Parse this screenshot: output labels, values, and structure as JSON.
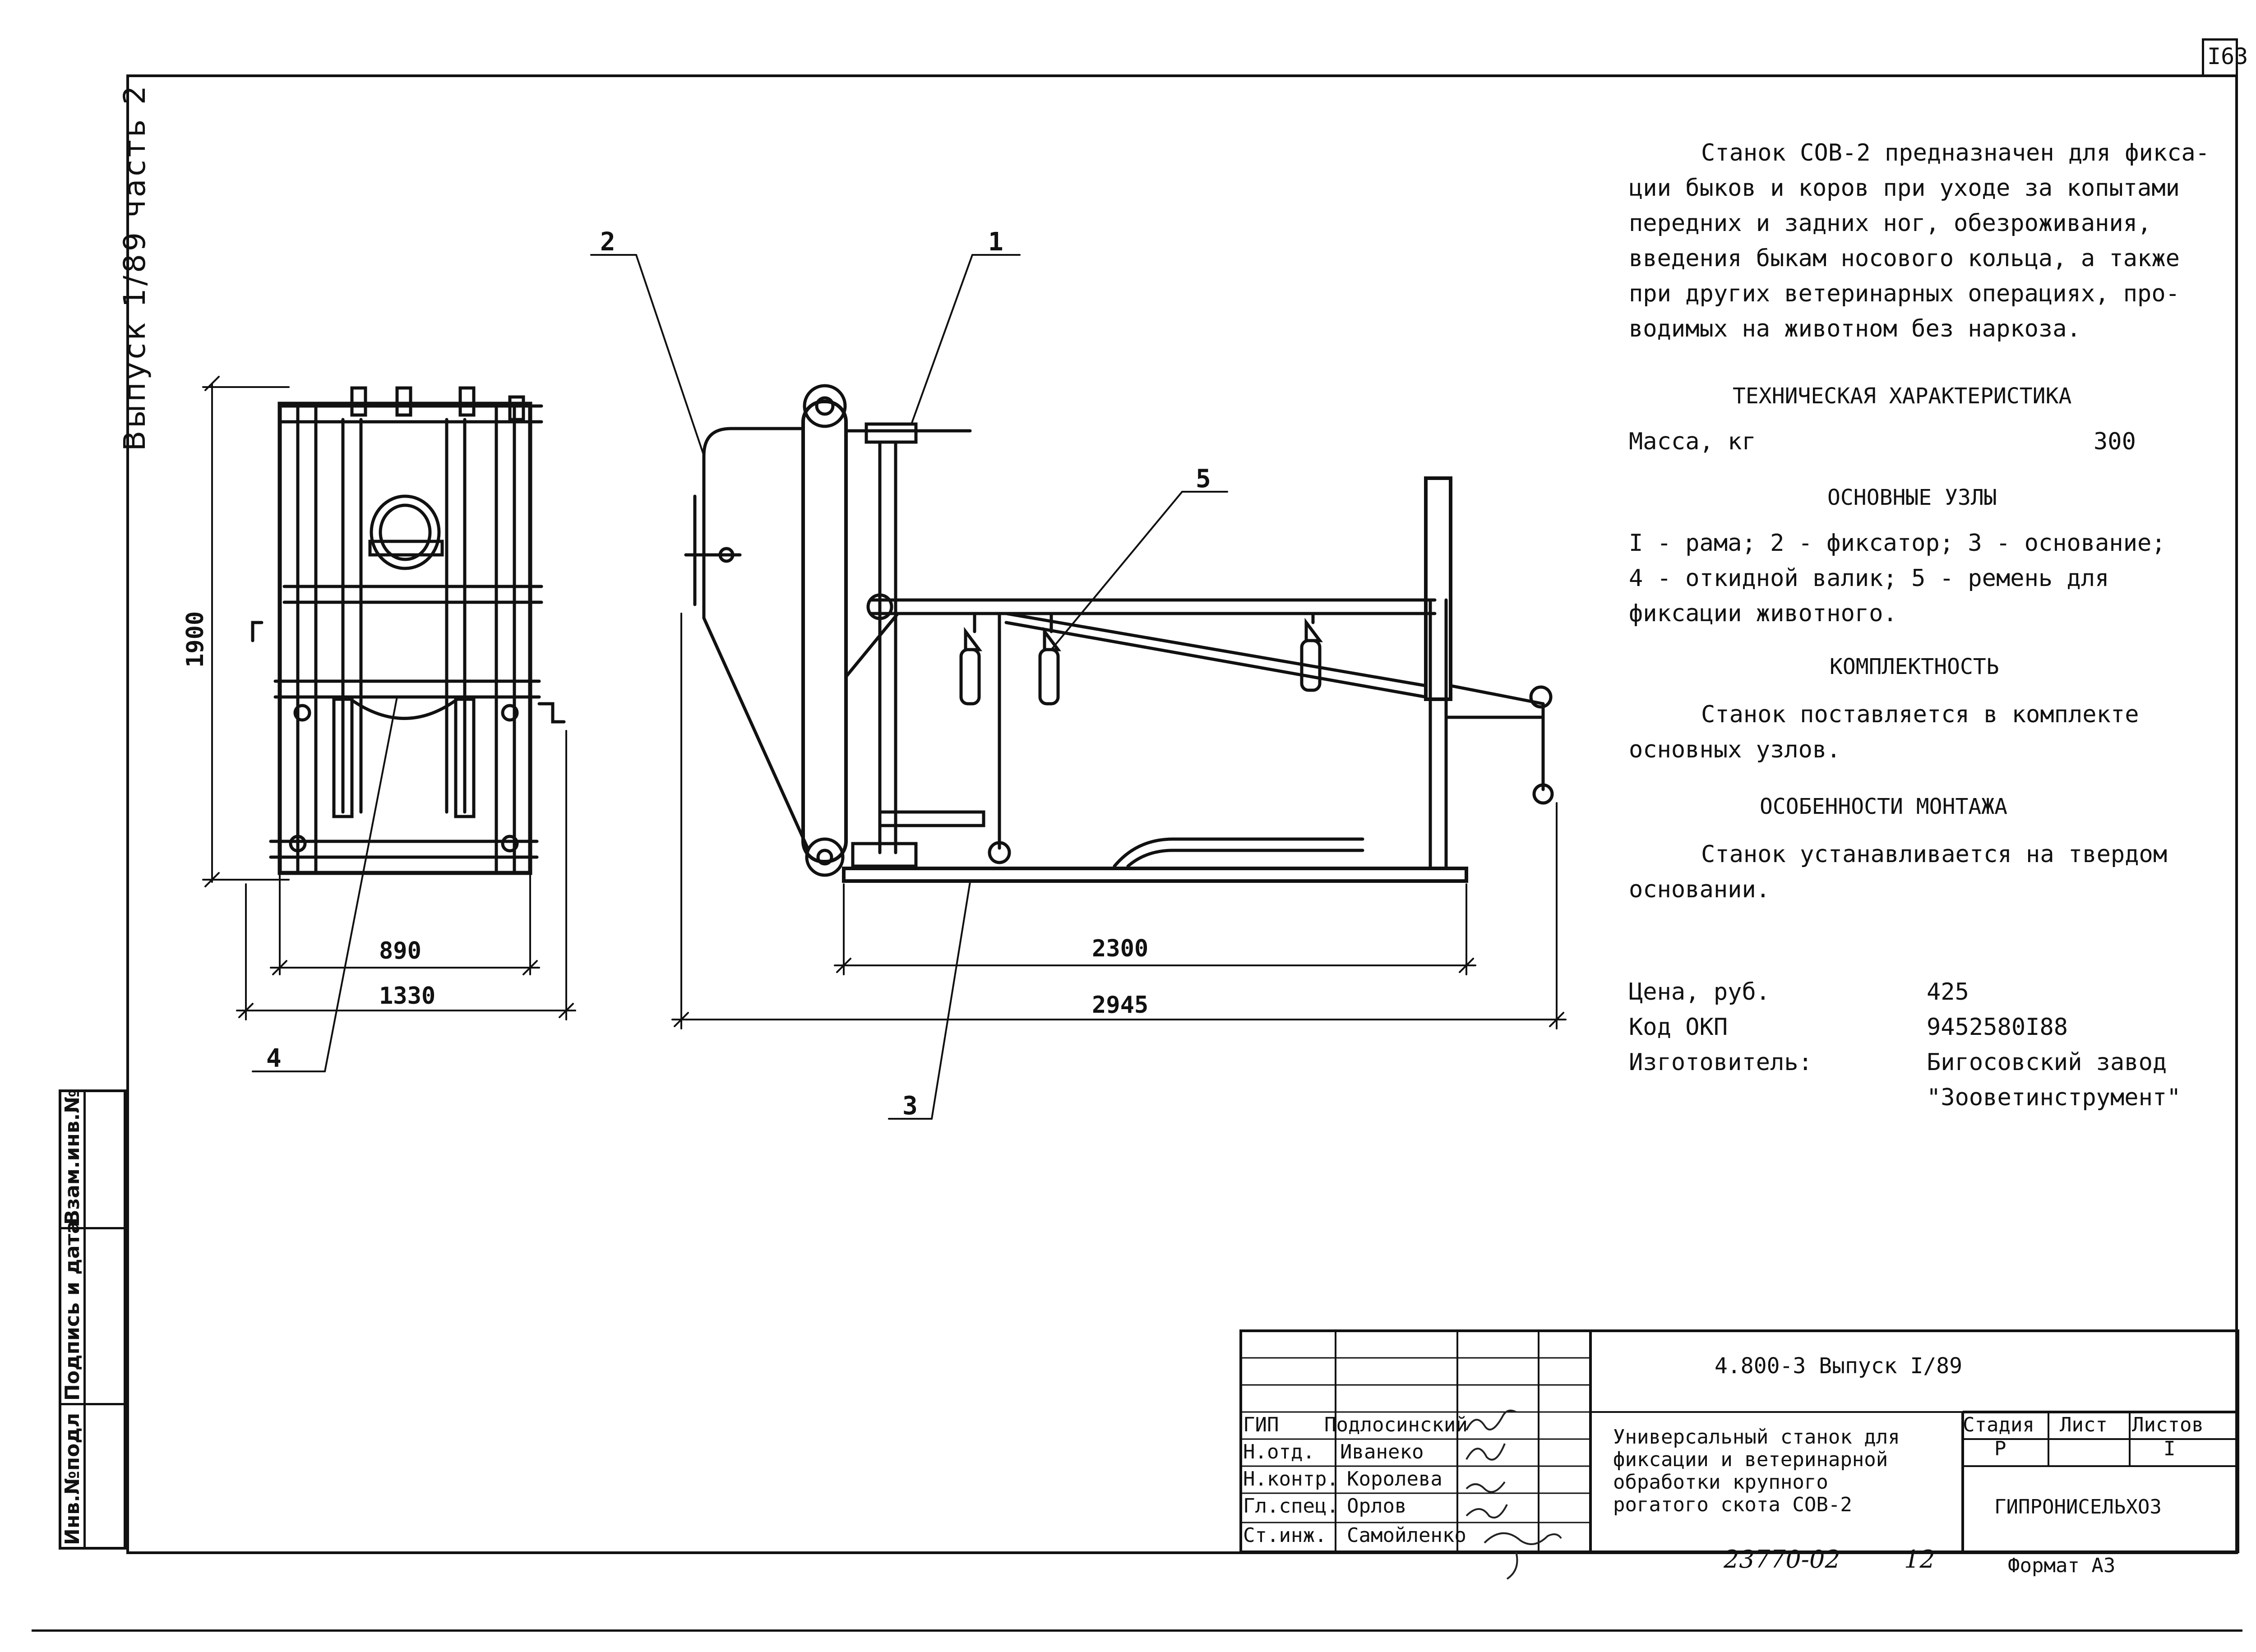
{
  "sheet": {
    "page_number": "I63",
    "issue_left": "Выпуск 1/89 часть 2"
  },
  "description": {
    "line1": "Станок СОВ-2 предназначен для фикса-",
    "line2": "ции быков и коров при уходе за копытами",
    "line3": "передних и задних ног, обезроживания,",
    "line4": "введения быкам носового кольца, а также",
    "line5": "при других ветеринарных операциях, про-",
    "line6": "водимых на животном без наркоза."
  },
  "tech": {
    "heading": "ТЕХНИЧЕСКАЯ  ХАРАКТЕРИСТИКА",
    "mass_label": "Масса, кг",
    "mass_value": "300"
  },
  "units": {
    "heading": "ОСНОВНЫЕ УЗЛЫ",
    "line1": "I - рама; 2 - фиксатор; 3 - основание;",
    "line2": "4 - откидной валик; 5 - ремень для",
    "line3": "фиксации животного."
  },
  "kit": {
    "heading": "КОМПЛЕКТНОСТЬ",
    "line1": "Станок поставляется в комплекте",
    "line2": "основных узлов."
  },
  "mount": {
    "heading": "ОСОБЕННОСТИ МОНТАЖА",
    "line1": "Станок устанавливается на твердом",
    "line2": "основании."
  },
  "info": {
    "price_label": "Цена, руб.",
    "price_value": "425",
    "okp_label": "Код ОКП",
    "okp_value": "9452580I88",
    "maker_label": "Изготовитель:",
    "maker_line1": "Бигосовский завод",
    "maker_line2": "\"Зооветинструмент\""
  },
  "dimensions": {
    "height": "1900",
    "w890": "890",
    "w1330": "1330",
    "w2300": "2300",
    "w2945": "2945"
  },
  "callouts": [
    "1",
    "2",
    "3",
    "4",
    "5"
  ],
  "side_stamp": {
    "inv_podl": "Инв.№подл",
    "sign_date": "Подпись и дата",
    "vzam": "Взам.инв.№"
  },
  "title_block": {
    "doc_code": "4.800-3  Выпуск I/89",
    "staff": [
      {
        "role": "ГИП",
        "name": "Подлосинский"
      },
      {
        "role": "Н.отд.",
        "name": "Иванеко"
      },
      {
        "role": "Н.контр.",
        "name": "Королева"
      },
      {
        "role": "Гл.спец.",
        "name": "Орлов"
      },
      {
        "role": "Ст.инж.",
        "name": "Самойленко"
      }
    ],
    "title_line1": "Универсальный станок для",
    "title_line2": "фиксации и ветеринарной",
    "title_line3": "обработки  крупного",
    "title_line4": "рогатого скота СОВ-2",
    "stage_label": "Стадия",
    "sheet_label": "Лист",
    "sheets_label": "Листов",
    "stage_value": "Р",
    "sheets_value": "I",
    "org": "ГИПРОНИСЕЛЬХОЗ",
    "archive_no": "23770-02",
    "archive_sheet": "12",
    "format": "Формат А3"
  }
}
